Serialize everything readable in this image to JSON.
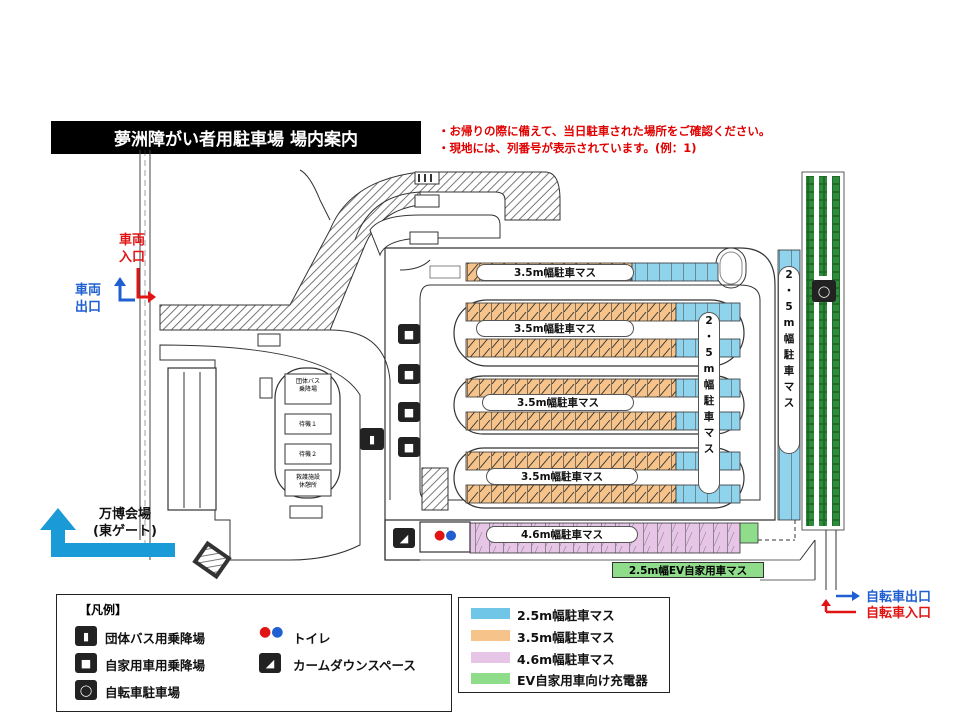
{
  "title": "夢洲障がい者用駐車場 場内案内",
  "notes": [
    "・お帰りの際に備えて、当日駐車された場所をご確認ください。",
    "・現地には、列番号が表示されています。(例：1)"
  ],
  "entrances": {
    "vehicle_in": [
      "車両",
      "入口"
    ],
    "vehicle_out": [
      "車両",
      "出口"
    ],
    "expo": [
      "万博会場",
      "(東ゲート)"
    ],
    "bicycle_out": "自転車出口",
    "bicycle_in": "自転車入口"
  },
  "stall_labels": {
    "row1": "3.5m幅駐車マス",
    "row2": "3.5m幅駐車マス",
    "row3": "3.5m幅駐車マス",
    "row4": "3.5m幅駐車マス",
    "row5": "4.6m幅駐車マス",
    "ev": "2.5m幅EV自家用車マス",
    "vert_inner": [
      "2",
      "・",
      "5",
      "m",
      "幅",
      "駐",
      "車",
      "マ",
      "ス"
    ],
    "vert_outer": [
      "2",
      "・",
      "5",
      "m",
      "幅",
      "駐",
      "車",
      "マ",
      "ス"
    ]
  },
  "building_labels": {
    "b1": [
      "団体バス",
      "乗降場"
    ],
    "wait1": "待機１",
    "wait2": "待機２",
    "b2": [
      "救護施設",
      "休憩所"
    ]
  },
  "legend": {
    "title": "【凡例】",
    "items": [
      {
        "icon": "bus-icon",
        "label": "団体バス用乗降場"
      },
      {
        "icon": "car-icon",
        "label": "自家用車用乗降場"
      },
      {
        "icon": "bicycle-icon",
        "label": "自転車駐車場"
      },
      {
        "icon": "toilet-icon",
        "label": "トイレ"
      },
      {
        "icon": "calmdown-icon",
        "label": "カームダウンスペース"
      }
    ]
  },
  "color_legend": [
    {
      "label": "2.5m幅駐車マス",
      "color": "#6fc6e6"
    },
    {
      "label": "3.5m幅駐車マス",
      "color": "#f6c48a"
    },
    {
      "label": "4.6m幅駐車マス",
      "color": "#e6c5e6"
    },
    {
      "label": "EV自家用車向け充電器",
      "color": "#8fdc8a"
    }
  ],
  "colors": {
    "accent_red": "#e11414",
    "accent_blue": "#1f5fd1",
    "arrow_light_blue": "#1a9ad6"
  }
}
